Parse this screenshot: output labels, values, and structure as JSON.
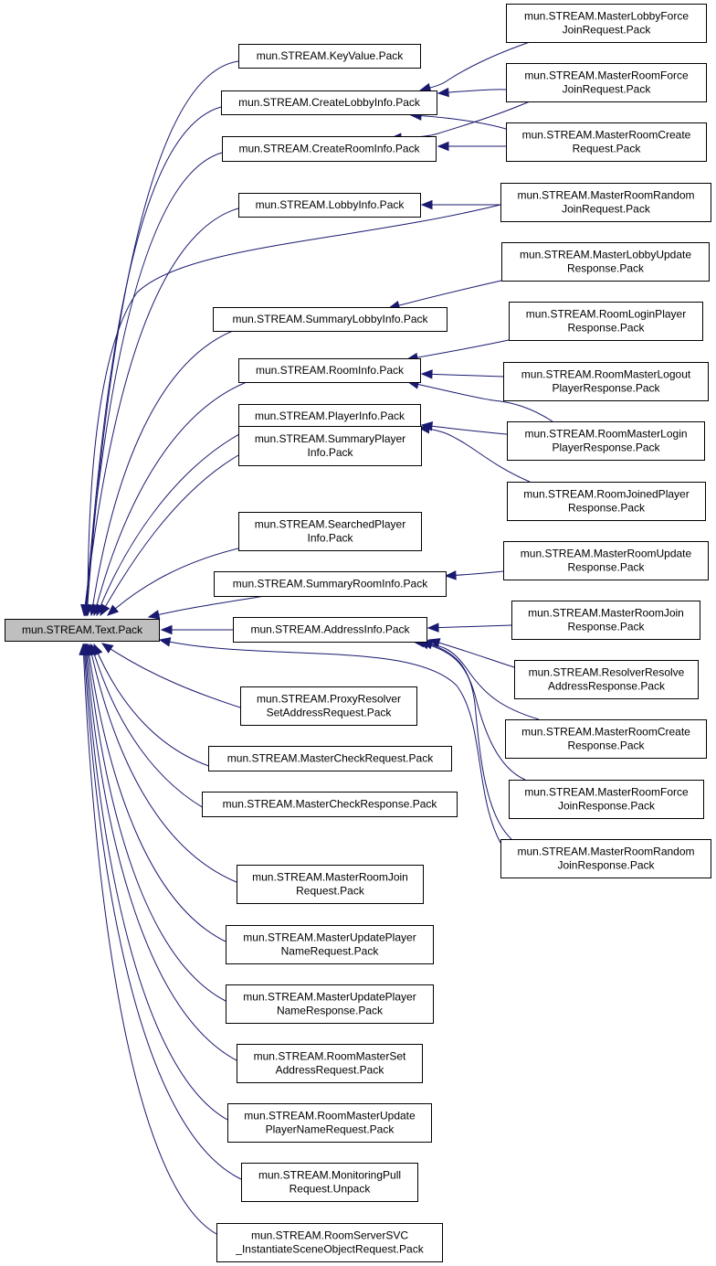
{
  "graph": {
    "root": "mun.STREAM.Text.Pack",
    "nodes": [
      {
        "id": "text_pack",
        "lines": [
          "mun.STREAM.Text.Pack"
        ],
        "root": true
      },
      {
        "id": "keyvalue",
        "lines": [
          "mun.STREAM.KeyValue.Pack"
        ]
      },
      {
        "id": "createlobbyinfo",
        "lines": [
          "mun.STREAM.CreateLobbyInfo.Pack"
        ]
      },
      {
        "id": "createroominfo",
        "lines": [
          "mun.STREAM.CreateRoomInfo.Pack"
        ]
      },
      {
        "id": "lobbyinfo",
        "lines": [
          "mun.STREAM.LobbyInfo.Pack"
        ]
      },
      {
        "id": "summarylobbyinfo",
        "lines": [
          "mun.STREAM.SummaryLobbyInfo.Pack"
        ]
      },
      {
        "id": "roominfo",
        "lines": [
          "mun.STREAM.RoomInfo.Pack"
        ]
      },
      {
        "id": "playerinfo",
        "lines": [
          "mun.STREAM.PlayerInfo.Pack"
        ]
      },
      {
        "id": "summaryplayerinfo",
        "lines": [
          "mun.STREAM.SummaryPlayer",
          "Info.Pack"
        ]
      },
      {
        "id": "searchedplayerinfo",
        "lines": [
          "mun.STREAM.SearchedPlayer",
          "Info.Pack"
        ]
      },
      {
        "id": "summaryroominfo",
        "lines": [
          "mun.STREAM.SummaryRoomInfo.Pack"
        ]
      },
      {
        "id": "addressinfo",
        "lines": [
          "mun.STREAM.AddressInfo.Pack"
        ]
      },
      {
        "id": "proxyresolver",
        "lines": [
          "mun.STREAM.ProxyResolver",
          "SetAddressRequest.Pack"
        ]
      },
      {
        "id": "mastercheckrequest",
        "lines": [
          "mun.STREAM.MasterCheckRequest.Pack"
        ]
      },
      {
        "id": "mastercheckresponse",
        "lines": [
          "mun.STREAM.MasterCheckResponse.Pack"
        ]
      },
      {
        "id": "masterroomjoinrequest",
        "lines": [
          "mun.STREAM.MasterRoomJoin",
          "Request.Pack"
        ]
      },
      {
        "id": "masterupdateplayernamerequest",
        "lines": [
          "mun.STREAM.MasterUpdatePlayer",
          "NameRequest.Pack"
        ]
      },
      {
        "id": "masterupdateplayernameresponse",
        "lines": [
          "mun.STREAM.MasterUpdatePlayer",
          "NameResponse.Pack"
        ]
      },
      {
        "id": "roommastersetaddress",
        "lines": [
          "mun.STREAM.RoomMasterSet",
          "AddressRequest.Pack"
        ]
      },
      {
        "id": "roommasterupdateplayername",
        "lines": [
          "mun.STREAM.RoomMasterUpdate",
          "PlayerNameRequest.Pack"
        ]
      },
      {
        "id": "monitoringpull",
        "lines": [
          "mun.STREAM.MonitoringPull",
          "Request.Unpack"
        ]
      },
      {
        "id": "roomserversvc",
        "lines": [
          "mun.STREAM.RoomServerSVC",
          "_InstantiateSceneObjectRequest.Pack"
        ]
      },
      {
        "id": "masterlobbyforcejoinrequest",
        "lines": [
          "mun.STREAM.MasterLobbyForce",
          "JoinRequest.Pack"
        ]
      },
      {
        "id": "masterroomforcejoinrequest",
        "lines": [
          "mun.STREAM.MasterRoomForce",
          "JoinRequest.Pack"
        ]
      },
      {
        "id": "masterroomcreaterequest",
        "lines": [
          "mun.STREAM.MasterRoomCreate",
          "Request.Pack"
        ]
      },
      {
        "id": "masterroomrandomjoinrequest",
        "lines": [
          "mun.STREAM.MasterRoomRandom",
          "JoinRequest.Pack"
        ]
      },
      {
        "id": "masterlobbyupdateresponse",
        "lines": [
          "mun.STREAM.MasterLobbyUpdate",
          "Response.Pack"
        ]
      },
      {
        "id": "roomloginplayerresponse",
        "lines": [
          "mun.STREAM.RoomLoginPlayer",
          "Response.Pack"
        ]
      },
      {
        "id": "roommasterlogoutplayerresponse",
        "lines": [
          "mun.STREAM.RoomMasterLogout",
          "PlayerResponse.Pack"
        ]
      },
      {
        "id": "roommasterloginplayerresponse",
        "lines": [
          "mun.STREAM.RoomMasterLogin",
          "PlayerResponse.Pack"
        ]
      },
      {
        "id": "roomjoinedplayerresponse",
        "lines": [
          "mun.STREAM.RoomJoinedPlayer",
          "Response.Pack"
        ]
      },
      {
        "id": "masterroomupdateresponse",
        "lines": [
          "mun.STREAM.MasterRoomUpdate",
          "Response.Pack"
        ]
      },
      {
        "id": "masterroomjoinresponse",
        "lines": [
          "mun.STREAM.MasterRoomJoin",
          "Response.Pack"
        ]
      },
      {
        "id": "resolverresolveaddressresponse",
        "lines": [
          "mun.STREAM.ResolverResolve",
          "AddressResponse.Pack"
        ]
      },
      {
        "id": "masterroomcreateresponse",
        "lines": [
          "mun.STREAM.MasterRoomCreate",
          "Response.Pack"
        ]
      },
      {
        "id": "masterroomforcejoinresponse",
        "lines": [
          "mun.STREAM.MasterRoomForce",
          "JoinResponse.Pack"
        ]
      },
      {
        "id": "masterroomrandomjoinresponse",
        "lines": [
          "mun.STREAM.MasterRoomRandom",
          "JoinResponse.Pack"
        ]
      }
    ],
    "edges": [
      {
        "from": "keyvalue",
        "to": "text_pack"
      },
      {
        "from": "createlobbyinfo",
        "to": "text_pack"
      },
      {
        "from": "createroominfo",
        "to": "text_pack"
      },
      {
        "from": "lobbyinfo",
        "to": "text_pack"
      },
      {
        "from": "masterroomrandomjoinrequest",
        "to": "text_pack"
      },
      {
        "from": "summarylobbyinfo",
        "to": "text_pack"
      },
      {
        "from": "roominfo",
        "to": "text_pack"
      },
      {
        "from": "playerinfo",
        "to": "text_pack"
      },
      {
        "from": "summaryplayerinfo",
        "to": "text_pack"
      },
      {
        "from": "searchedplayerinfo",
        "to": "text_pack"
      },
      {
        "from": "summaryroominfo",
        "to": "text_pack"
      },
      {
        "from": "addressinfo",
        "to": "text_pack"
      },
      {
        "from": "masterroomrandomjoinresponse",
        "to": "text_pack"
      },
      {
        "from": "proxyresolver",
        "to": "text_pack"
      },
      {
        "from": "mastercheckrequest",
        "to": "text_pack"
      },
      {
        "from": "mastercheckresponse",
        "to": "text_pack"
      },
      {
        "from": "masterroomjoinrequest",
        "to": "text_pack"
      },
      {
        "from": "masterupdateplayernamerequest",
        "to": "text_pack"
      },
      {
        "from": "masterupdateplayernameresponse",
        "to": "text_pack"
      },
      {
        "from": "roommastersetaddress",
        "to": "text_pack"
      },
      {
        "from": "roommasterupdateplayername",
        "to": "text_pack"
      },
      {
        "from": "monitoringpull",
        "to": "text_pack"
      },
      {
        "from": "roomserversvc",
        "to": "text_pack"
      },
      {
        "from": "masterlobbyforcejoinrequest",
        "to": "createlobbyinfo"
      },
      {
        "from": "masterroomforcejoinrequest",
        "to": "createlobbyinfo"
      },
      {
        "from": "masterroomcreaterequest",
        "to": "createlobbyinfo"
      },
      {
        "from": "masterroomforcejoinrequest",
        "to": "createroominfo"
      },
      {
        "from": "masterroomcreaterequest",
        "to": "createroominfo"
      },
      {
        "from": "masterroomrandomjoinrequest",
        "to": "lobbyinfo"
      },
      {
        "from": "masterlobbyupdateresponse",
        "to": "summarylobbyinfo"
      },
      {
        "from": "roomloginplayerresponse",
        "to": "roominfo"
      },
      {
        "from": "roommasterlogoutplayerresponse",
        "to": "roominfo"
      },
      {
        "from": "roommasterloginplayerresponse",
        "to": "roominfo"
      },
      {
        "from": "roommasterloginplayerresponse",
        "to": "playerinfo"
      },
      {
        "from": "roomjoinedplayerresponse",
        "to": "playerinfo"
      },
      {
        "from": "masterroomupdateresponse",
        "to": "summaryroominfo"
      },
      {
        "from": "masterroomjoinresponse",
        "to": "addressinfo"
      },
      {
        "from": "resolverresolveaddressresponse",
        "to": "addressinfo"
      },
      {
        "from": "masterroomcreateresponse",
        "to": "addressinfo"
      },
      {
        "from": "masterroomforcejoinresponse",
        "to": "addressinfo"
      },
      {
        "from": "masterroomrandomjoinresponse",
        "to": "addressinfo"
      }
    ]
  },
  "colors": {
    "edge": "#191970",
    "root_fill": "#bfbfbf",
    "node_fill": "#ffffff",
    "node_border": "#000000"
  }
}
